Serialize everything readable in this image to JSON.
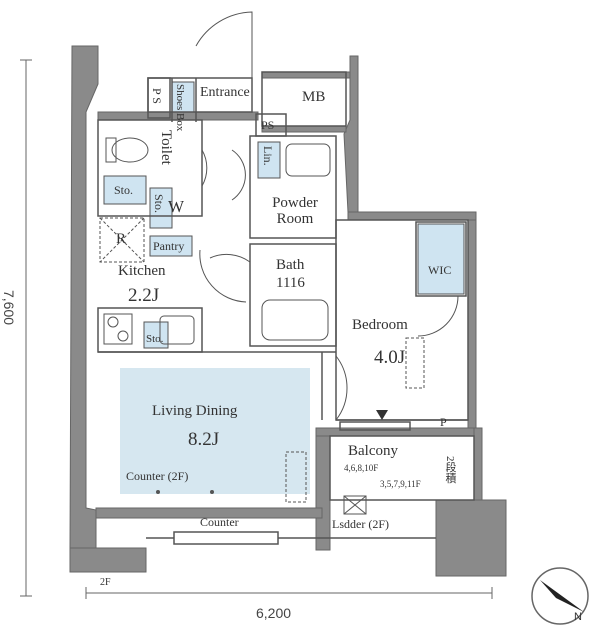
{
  "dimensions": {
    "height": "7,600",
    "width": "6,200"
  },
  "rooms": {
    "entrance": "Entrance",
    "mb": "MB",
    "ps_top": "P S",
    "ps_mid": "PS",
    "ps_balcony": "P",
    "shoes_box": "Shoes Box",
    "toilet": "Toilet",
    "storage_toilet": "Sto.",
    "storage_w": "Sto.",
    "washer": "W",
    "linen": "Lin.",
    "powder_room": "Powder Room",
    "refrigerator": "R",
    "pantry": "Pantry",
    "kitchen": "Kitchen",
    "kitchen_size": "2.2J",
    "bath": "Bath",
    "bath_size": "1116",
    "storage_kitchen": "Sto.",
    "wic": "WIC",
    "bedroom": "Bedroom",
    "bedroom_size": "4.0J",
    "living_dining": "Living Dining",
    "living_dining_size": "8.2J",
    "counter_2f": "Counter (2F)",
    "counter": "Counter",
    "balcony": "Balcony",
    "balcony_floors_a": "4,6,8,10F",
    "balcony_floors_b": "3,5,7,9,11F",
    "ladder_2f": "Lsdder (2F)",
    "two_stage": "2段積",
    "note_2f": "2F"
  },
  "compass": {
    "label": "N"
  },
  "colors": {
    "wall": "#8a8a8a",
    "living_fill": "#d6e7f0",
    "storage_fill": "#cfe4f1",
    "line": "#555555"
  }
}
